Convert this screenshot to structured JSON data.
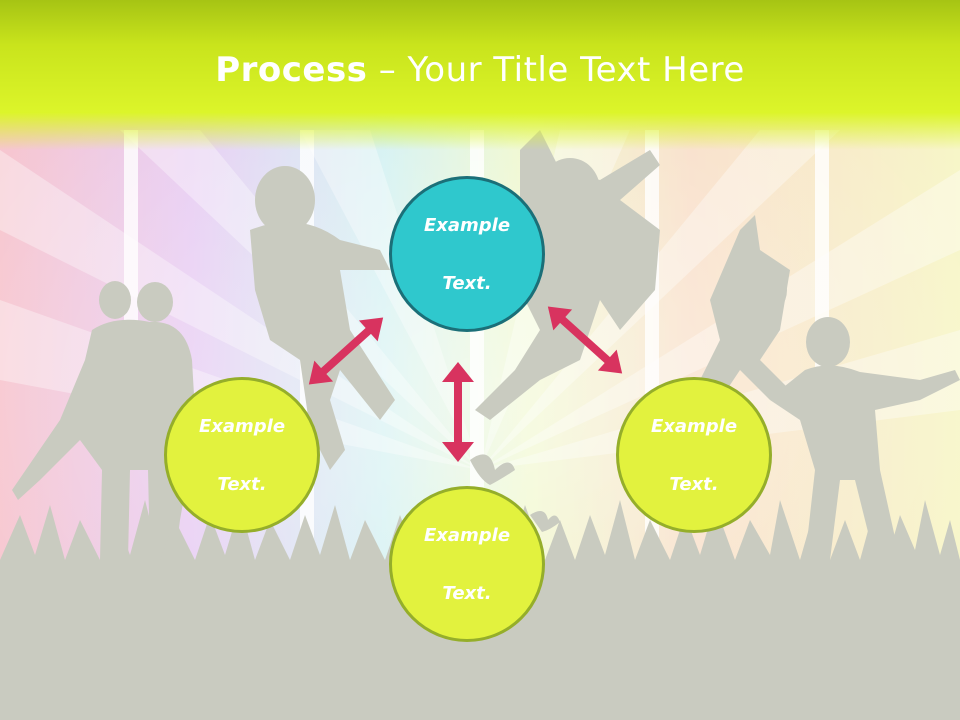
{
  "slide": {
    "title_bold": "Process",
    "title_rest": " – Your Title Text Here"
  },
  "nodes": [
    {
      "id": "top",
      "label_line1": "Example",
      "label_line2": "Text.",
      "color": "#2fc8cd"
    },
    {
      "id": "left",
      "label_line1": "Example",
      "label_line2": "Text.",
      "color": "#e2f23e"
    },
    {
      "id": "bottom",
      "label_line1": "Example",
      "label_line2": "Text.",
      "color": "#e2f23e"
    },
    {
      "id": "right",
      "label_line1": "Example",
      "label_line2": "Text.",
      "color": "#e2f23e"
    }
  ],
  "colors": {
    "title_bar": "#c9e41c",
    "arrow": "#d8335f",
    "teal_fill": "#2fc8cd",
    "lime_fill": "#e2f23e",
    "silhouette": "#c9cbc0"
  }
}
